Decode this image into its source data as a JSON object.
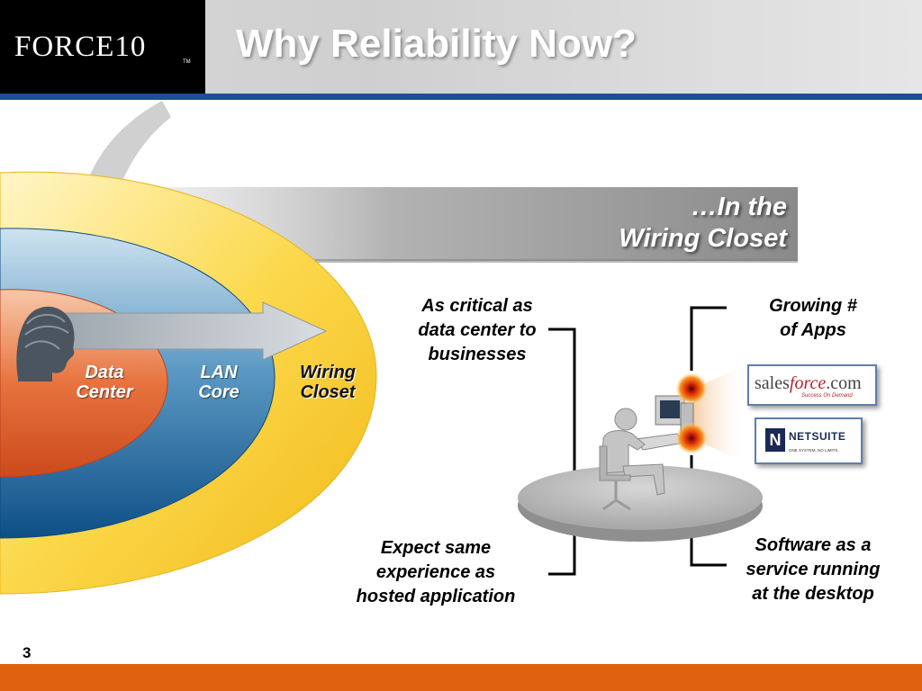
{
  "header": {
    "logo_text": "FORCE10",
    "logo_tm": "TM",
    "title": "Why Reliability Now?"
  },
  "rings": {
    "data_center": {
      "line1": "Data",
      "line2": "Center"
    },
    "lan_core": {
      "line1": "LAN",
      "line2": "Core"
    },
    "wiring_closet": {
      "line1": "Wiring",
      "line2": "Closet"
    }
  },
  "banner": {
    "line1": "…In the",
    "line2": "Wiring Closet"
  },
  "callouts": {
    "critical": [
      "As critical as",
      "data center to",
      "businesses"
    ],
    "expect": [
      "Expect same",
      "experience as",
      "hosted application"
    ],
    "apps": [
      "Growing #",
      "of Apps"
    ],
    "saas": [
      "Software as a",
      "service running",
      "at the desktop"
    ]
  },
  "logos": {
    "salesforce": {
      "name_a": "sales",
      "name_b": "force",
      "name_c": ".com",
      "tagline": "Success On Demand"
    },
    "netsuite": {
      "mark": "N",
      "name": "NETSUITE",
      "tagline": "ONE SYSTEM. NO LIMITS."
    }
  },
  "footer": {
    "page_number": "3"
  },
  "colors": {
    "header_rule": "#1f4e96",
    "footer_bar": "#e0620f",
    "ring_outer": "#f7c52c",
    "ring_mid": "#1f6ea6",
    "ring_inner": "#dc5b2a"
  }
}
